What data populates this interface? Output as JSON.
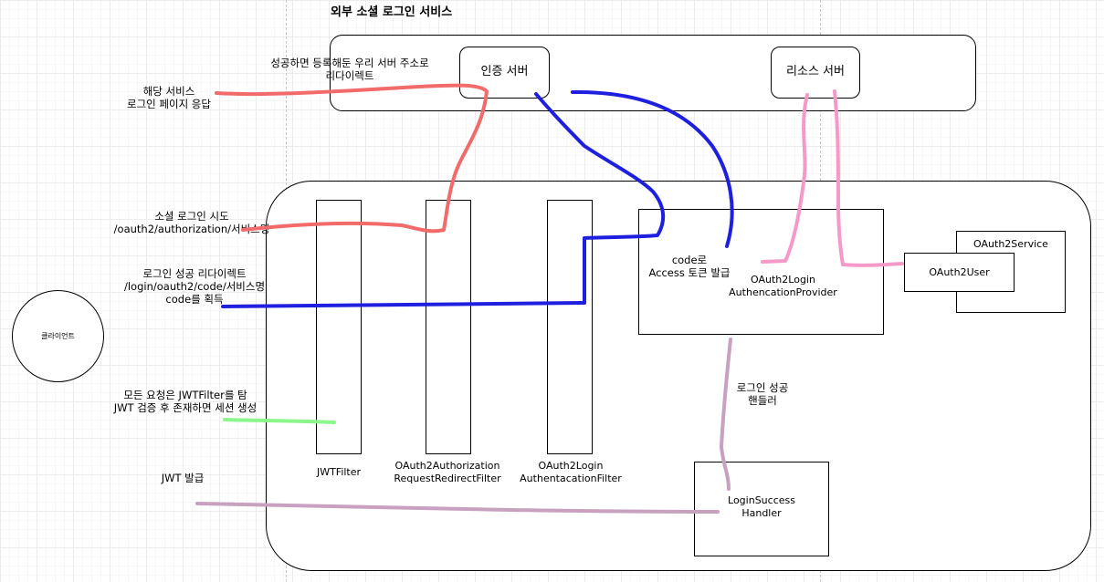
{
  "diagram": {
    "title": "외부 소셜 로그인 서비스",
    "nodes": {
      "auth_server": "인증 서버",
      "resource_server": "리소스 서버",
      "client": "클라이언트",
      "jwt_filter": "JWTFilter",
      "oauth2_authorization_filter": "OAuth2Authorization\nRequestRedirectFilter",
      "oauth2_login_filter": "OAuth2Login\nAuthentacationFilter",
      "oauth2_login_provider": "OAuth2Login\nAuthencationProvider",
      "oauth2_service": "OAuth2Service",
      "oauth2_user": "OAuth2User",
      "login_success_handler": "LoginSuccess\nHandler"
    },
    "annotations": {
      "redirect_to_our_server": "성공하면 등록해둔 우리 서버 주소로\n리다이렉트",
      "login_page_response": "해당 서비스\n로그인 페이지 응답",
      "social_login_try": "소셜 로그인 시도\n/oauth2/authorization/서비스명",
      "login_success_redirect": "로그인 성공 리다이렉트\n/login/oauth2/code/서비스명\ncode를 획득",
      "code_to_token": "code로\nAccess 토큰 발급",
      "all_requests_jwt": "모든 요청은 JWTFilter를 탐\nJWT 검증 후 존재하면 세션 생성",
      "login_success_handler_note": "로그인 성공\n핸들러",
      "jwt_issue": "JWT 발급"
    },
    "colors": {
      "red": "#f26b6b",
      "blue": "#1f1fe0",
      "pink": "#f59ac8",
      "green": "#8cf58c",
      "mauve": "#c8a0c0"
    }
  }
}
